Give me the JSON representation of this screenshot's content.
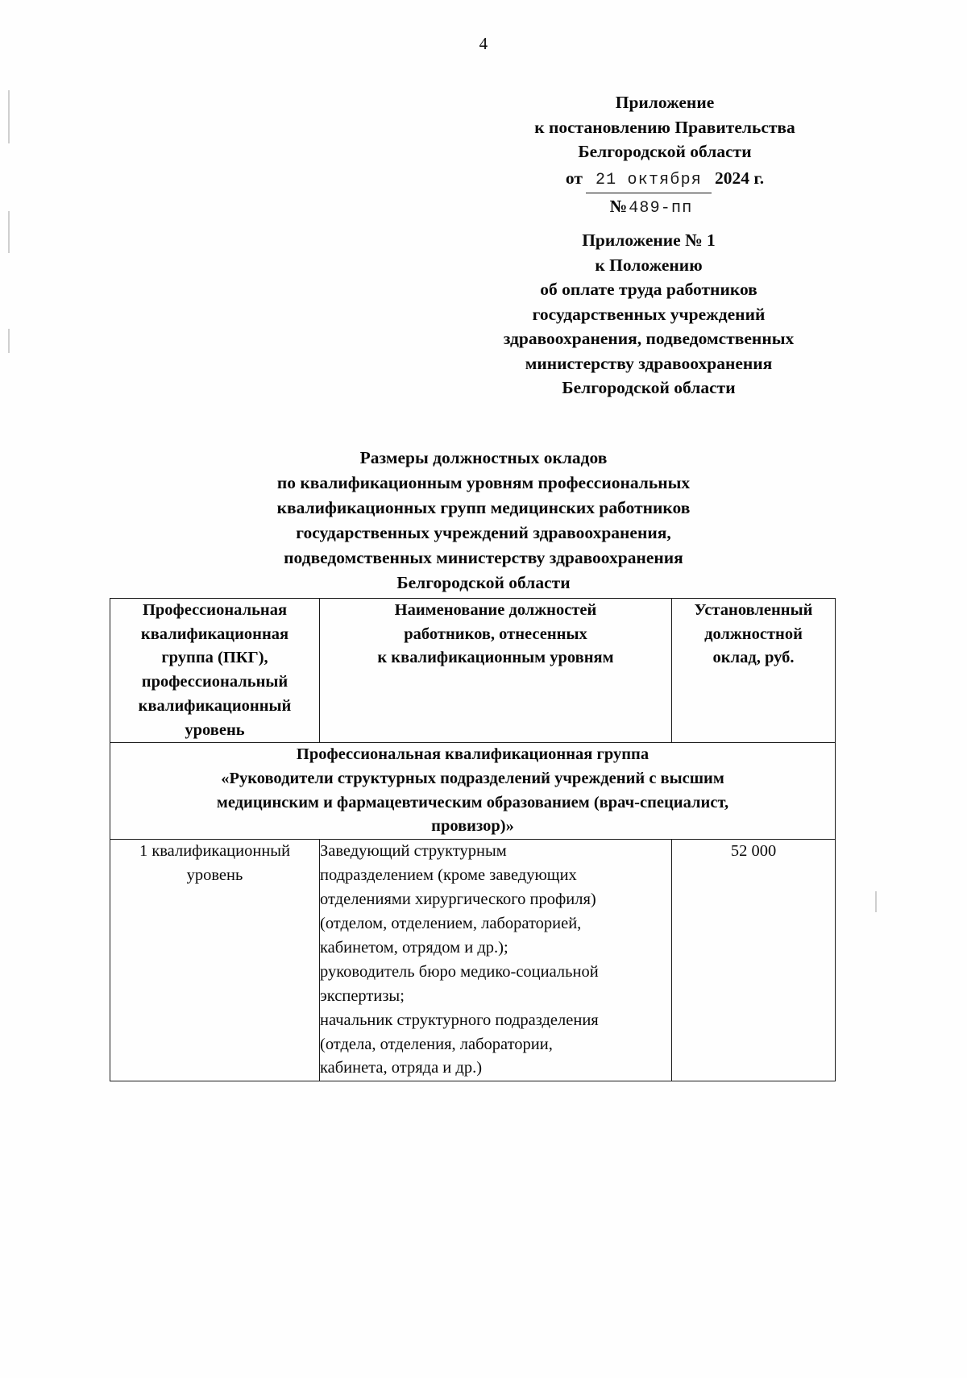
{
  "page": {
    "number": "4"
  },
  "appendix_top": {
    "line1": "Приложение",
    "line2": "к постановлению Правительства",
    "line3": "Белгородской области",
    "date_label": "от",
    "date_typed": "21 октября",
    "year": "2024 г.",
    "number_sign": "№",
    "number_typed": "489-пп"
  },
  "appendix_second": {
    "line1": "Приложение № 1",
    "line2": "к Положению",
    "line3": "об оплате труда работников",
    "line4": "государственных учреждений",
    "line5": "здравоохранения, подведомственных",
    "line6": "министерству здравоохранения",
    "line7": "Белгородской области"
  },
  "doc_title": {
    "line1": "Размеры должностных окладов",
    "line2": "по квалификационным уровням профессиональных",
    "line3": "квалификационных групп медицинских работников",
    "line4": "государственных учреждений здравоохранения,",
    "line5": "подведомственных министерству здравоохранения",
    "line6": "Белгородской области"
  },
  "table": {
    "headers": {
      "col1": {
        "l1": "Профессиональная",
        "l2": "квалификационная",
        "l3": "группа (ПКГ),",
        "l4": "профессиональный",
        "l5": "квалификационный",
        "l6": "уровень"
      },
      "col2": {
        "l1": "Наименование должностей",
        "l2": "работников, отнесенных",
        "l3": "к квалификационным уровням"
      },
      "col3": {
        "l1": "Установленный",
        "l2": "должностной",
        "l3": "оклад, руб."
      }
    },
    "group_row": {
      "l1": "Профессиональная квалификационная группа",
      "l2": "«Руководители структурных подразделений учреждений с высшим",
      "l3": "медицинским и фармацевтическим образованием (врач-специалист,",
      "l4": "провизор)»"
    },
    "rows": [
      {
        "level": {
          "l1": "1 квалификационный",
          "l2": "уровень"
        },
        "duties": [
          "Заведующий структурным",
          "подразделением (кроме заведующих",
          "отделениями хирургического профиля)",
          "(отделом, отделением, лабораторией,",
          "кабинетом, отрядом и др.);",
          "руководитель бюро медико-социальной",
          "экспертизы;",
          "начальник структурного подразделения",
          "(отдела, отделения, лаборатории,",
          "кабинета, отряда и др.)"
        ],
        "salary": "52 000"
      }
    ]
  }
}
